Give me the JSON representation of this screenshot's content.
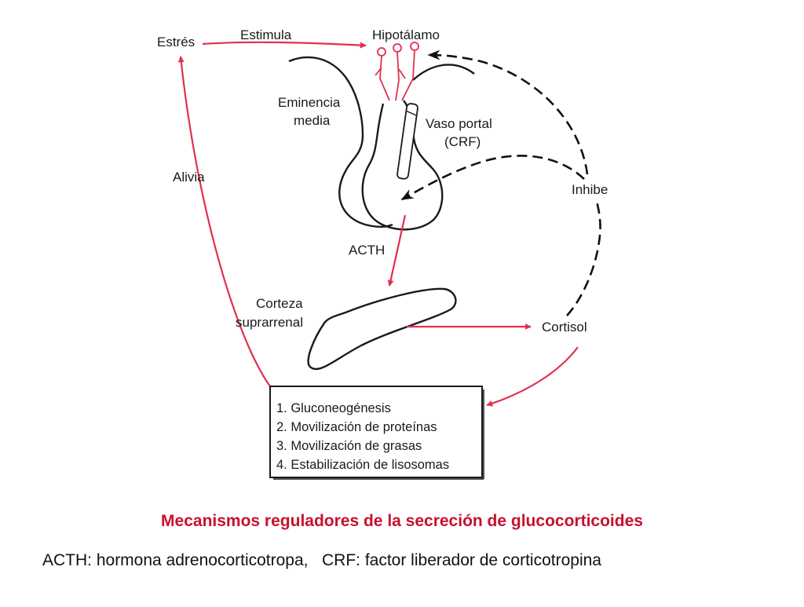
{
  "diagram": {
    "labels": {
      "estres": "Estrés",
      "estimula": "Estimula",
      "hipotalamo": "Hipotálamo",
      "eminencia_line1": "Eminencia",
      "eminencia_line2": "media",
      "vaso_line1": "Vaso portal",
      "vaso_line2": "(CRF)",
      "alivia": "Alivia",
      "inhibe": "Inhibe",
      "acth": "ACTH",
      "corteza_line1": "Corteza",
      "corteza_line2": "suprarrenal",
      "cortisol": "Cortisol"
    },
    "effects": [
      "1. Gluconeogénesis",
      "2. Movilización de proteínas",
      "3. Movilización de grasas",
      "4. Estabilización de lisosomas"
    ],
    "colors": {
      "stimulus_arrow": "#e0304f",
      "line": "#1a1a1a",
      "caption_title": "#c8102e"
    }
  },
  "caption": {
    "title": "Mecanismos reguladores de la secreción de glucocorticoides",
    "subtitle": "ACTH: hormona adrenocorticotropa,   CRF: factor liberador de corticotropina"
  }
}
